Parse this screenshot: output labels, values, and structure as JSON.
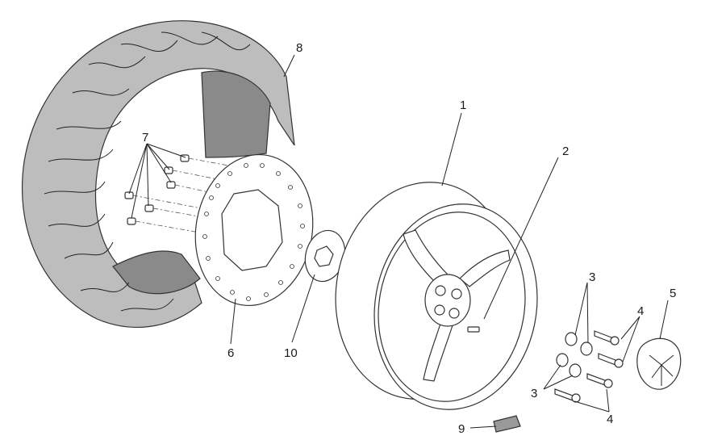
{
  "callouts": [
    {
      "id": "1",
      "part": "wheel-rim"
    },
    {
      "id": "2",
      "part": "valve"
    },
    {
      "id": "3",
      "part": "washer"
    },
    {
      "id": "4",
      "part": "screw"
    },
    {
      "id": "5",
      "part": "hub-cover"
    },
    {
      "id": "6",
      "part": "brake-disc"
    },
    {
      "id": "7",
      "part": "disc-screw"
    },
    {
      "id": "8",
      "part": "tyre"
    },
    {
      "id": "9",
      "part": "balance-weight"
    },
    {
      "id": "10",
      "part": "spacer-plate"
    }
  ],
  "colors": {
    "tyre": "#bdbdbd",
    "tyre_inner": "#8a8a8a",
    "line": "#333333",
    "parts": "#ffffff"
  }
}
